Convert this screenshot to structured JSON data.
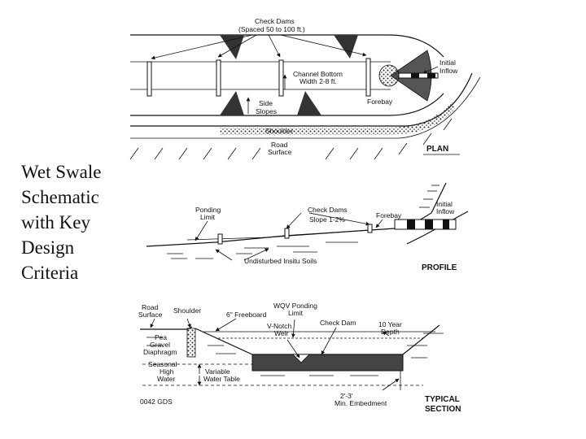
{
  "title": {
    "lines": [
      "Wet Swale",
      "Schematic",
      "with Key",
      "Design",
      "Criteria"
    ]
  },
  "plan": {
    "check_dams_line1": "Check Dams",
    "check_dams_line2": "(Spaced 50 to 100 ft.)",
    "initial_inflow_line1": "Initial",
    "initial_inflow_line2": "Inflow",
    "channel_bottom_line1": "Channel Bottom",
    "channel_bottom_line2": "Width 2-8 ft.",
    "forebay": "Forebay",
    "side_slopes_line1": "Side",
    "side_slopes_line2": "Slopes",
    "shoulder": "Shoulder",
    "road_surface_line1": "Road",
    "road_surface_line2": "Surface",
    "view_label": "PLAN"
  },
  "profile": {
    "ponding_limit_line1": "Ponding",
    "ponding_limit_line2": "Limit",
    "check_dams": "Check Dams",
    "slope": "Slope 1-2%",
    "forebay": "Forebay",
    "initial_inflow_line1": "Initial",
    "initial_inflow_line2": "Inflow",
    "insitu_soils": "Undisturbed Insitu Soils",
    "view_label": "PROFILE"
  },
  "section": {
    "road_surface_line1": "Road",
    "road_surface_line2": "Surface",
    "shoulder": "Shoulder",
    "freeboard": "6\" Freeboard",
    "wqv_line1": "WQV Ponding",
    "wqv_line2": "Limit",
    "check_dam": "Check Dam",
    "ten_year_line1": "10 Year",
    "ten_year_line2": "Depth",
    "vnotch_line1": "V-Notch",
    "vnotch_line2": "Weir",
    "pea_gravel_line1": "Pea",
    "pea_gravel_line2": "Gravel",
    "pea_gravel_line3": "Diaphragm",
    "seasonal_line1": "Seasonal",
    "seasonal_line2": "High",
    "seasonal_line3": "Water",
    "variable_line1": "Variable",
    "variable_line2": "Water Table",
    "embedment_line1": "2'-3'",
    "embedment_line2": "Min. Embedment",
    "drawing_code": "0042 GDS",
    "view_label_line1": "TYPICAL",
    "view_label_line2": "SECTION"
  }
}
